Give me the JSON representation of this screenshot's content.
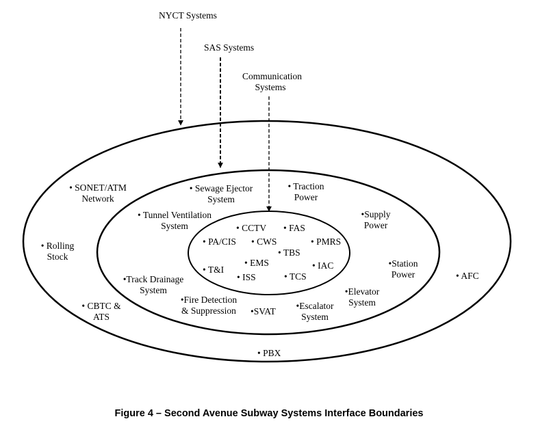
{
  "diagram": {
    "sources": {
      "nyct": "NYCT Systems",
      "sas": "SAS Systems",
      "comm_line1": "Communication",
      "comm_line2": "Systems"
    },
    "outer_ring": {
      "sonet_line1": "• SONET/ATM",
      "sonet_line2": "Network",
      "rolling_line1": "• Rolling",
      "rolling_line2": "Stock",
      "cbtc_line1": "• CBTC &",
      "cbtc_line2": "ATS",
      "afc": "• AFC",
      "pbx": "• PBX"
    },
    "middle_ring": {
      "sewage_line1": "• Sewage Ejector",
      "sewage_line2": "System",
      "traction_line1": "• Traction",
      "traction_line2": "Power",
      "tunnel_line1": "• Tunnel Ventilation",
      "tunnel_line2": "System",
      "supply_line1": "•Supply",
      "supply_line2": "Power",
      "station_line1": "•Station",
      "station_line2": "Power",
      "track_line1": "•Track Drainage",
      "track_line2": "System",
      "elevator_line1": "•Elevator",
      "elevator_line2": "System",
      "fire_line1": "•Fire Detection",
      "fire_line2": "& Suppression",
      "svat": "•SVAT",
      "escalator_line1": "•Escalator",
      "escalator_line2": "System"
    },
    "inner_ring": {
      "cctv": "• CCTV",
      "fas": "• FAS",
      "pacis": "• PA/CIS",
      "cws": "• CWS",
      "pmrs": "• PMRS",
      "tbs": "• TBS",
      "ems": "• EMS",
      "ti": "• T&I",
      "iac": "• IAC",
      "iss": "• ISS",
      "tcs": "• TCS"
    },
    "caption": "Figure 4 – Second Avenue Subway Systems Interface Boundaries"
  }
}
